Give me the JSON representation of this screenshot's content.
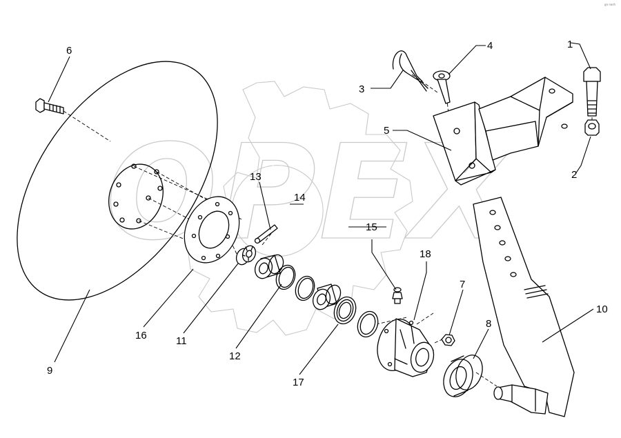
{
  "diagram": {
    "watermark_text": "OPEX",
    "corner_mark": "gn nash",
    "callouts": [
      {
        "id": "1",
        "label": "1"
      },
      {
        "id": "2",
        "label": "2"
      },
      {
        "id": "3",
        "label": "3"
      },
      {
        "id": "4",
        "label": "4"
      },
      {
        "id": "5",
        "label": "5"
      },
      {
        "id": "6",
        "label": "6"
      },
      {
        "id": "7",
        "label": "7"
      },
      {
        "id": "8",
        "label": "8"
      },
      {
        "id": "9",
        "label": "9"
      },
      {
        "id": "10",
        "label": "10"
      },
      {
        "id": "11",
        "label": "11"
      },
      {
        "id": "12",
        "label": "12"
      },
      {
        "id": "13",
        "label": "13"
      },
      {
        "id": "14",
        "label": "14"
      },
      {
        "id": "15",
        "label": "15"
      },
      {
        "id": "16",
        "label": "16"
      },
      {
        "id": "17",
        "label": "17"
      },
      {
        "id": "18",
        "label": "18"
      }
    ]
  }
}
